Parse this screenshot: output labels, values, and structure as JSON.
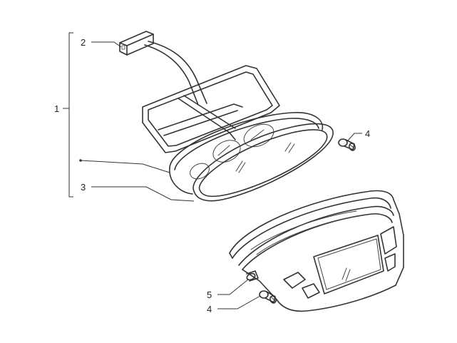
{
  "diagram": {
    "callouts": [
      {
        "id": "c1",
        "label": "1"
      },
      {
        "id": "c2",
        "label": "2"
      },
      {
        "id": "c3",
        "label": "3"
      },
      {
        "id": "c4a",
        "label": "4"
      },
      {
        "id": "c5",
        "label": "5"
      },
      {
        "id": "c4b",
        "label": "4"
      }
    ]
  }
}
